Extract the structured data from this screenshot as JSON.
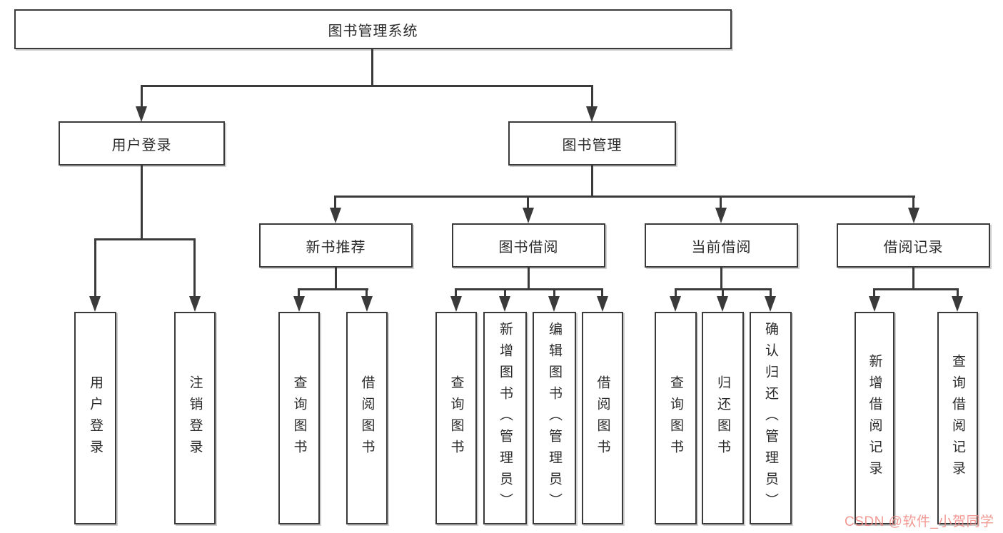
{
  "diagram": {
    "root": {
      "label": "图书管理系统"
    },
    "level2": {
      "user_login": {
        "label": "用户登录"
      },
      "book_management": {
        "label": "图书管理"
      }
    },
    "user_login_children": {
      "login": {
        "label": "用户登录"
      },
      "logout": {
        "label": "注销登录"
      }
    },
    "book_management_children": {
      "new_book_recommend": {
        "label": "新书推荐"
      },
      "book_borrow": {
        "label": "图书借阅"
      },
      "current_borrow": {
        "label": "当前借阅"
      },
      "borrow_records": {
        "label": "借阅记录"
      }
    },
    "new_book_recommend_children": {
      "query_books": {
        "label": "查询图书"
      },
      "borrow_books": {
        "label": "借阅图书"
      }
    },
    "book_borrow_children": {
      "query_books": {
        "label": "查询图书"
      },
      "add_books_admin": {
        "label": "新增图书（管理员）"
      },
      "edit_books_admin": {
        "label": "编辑图书（管理员）"
      },
      "borrow_books": {
        "label": "借阅图书"
      }
    },
    "current_borrow_children": {
      "query_books": {
        "label": "查询图书"
      },
      "return_books": {
        "label": "归还图书"
      },
      "confirm_return_admin": {
        "label": "确认归还（管理员）"
      }
    },
    "borrow_records_children": {
      "add_borrow_record": {
        "label": "新增借阅记录"
      },
      "query_borrow_record": {
        "label": "查询借阅记录"
      }
    },
    "watermark": "CSDN @软件_小贺同学",
    "colors": {
      "line": "#3a3a3a",
      "text": "#2b2b2b",
      "node_background": "#ffffff",
      "watermark": "#f08780",
      "background": "#ffffff"
    }
  }
}
